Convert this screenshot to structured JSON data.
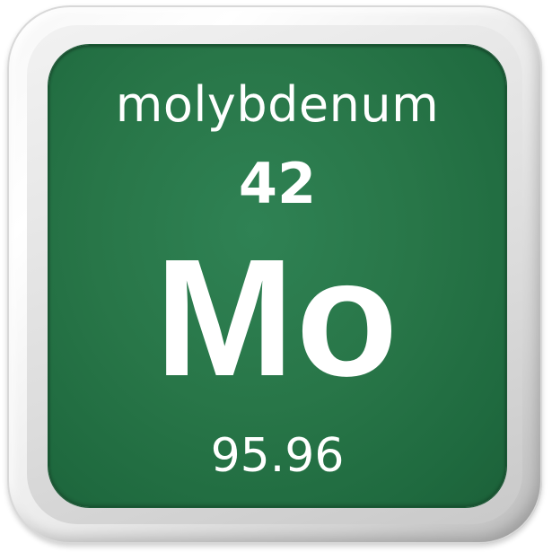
{
  "element": {
    "name": "molybdenum",
    "atomic_number": "42",
    "symbol": "Mo",
    "atomic_mass": "95.96"
  },
  "colors": {
    "tile_green": "#287648",
    "frame_silver": "#dcdcdc",
    "text": "#ffffff"
  }
}
